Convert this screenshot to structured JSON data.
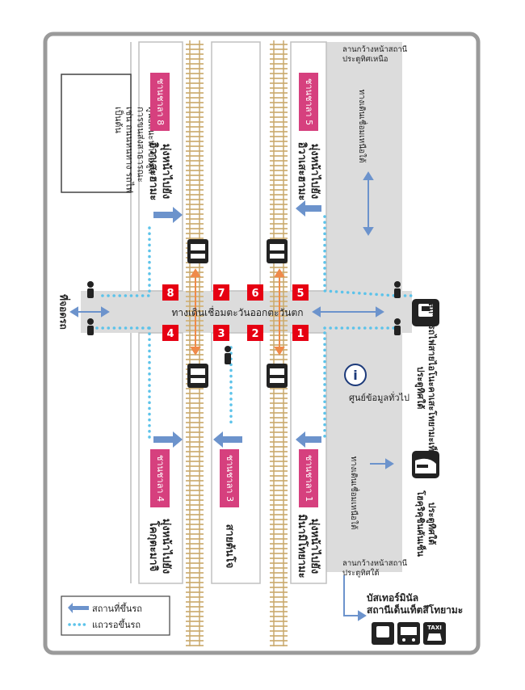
{
  "platforms": {
    "p8": {
      "tag": "ชานชาลา 8",
      "dest": "มุ่งหน้าไปยัง\nอิวาเสะฮามะ"
    },
    "p5": {
      "tag": "ชานชาลา 5",
      "dest": "มุ่งหน้าไปยัง\nอิวาเสะฮามะ"
    },
    "p4": {
      "tag": "ชานชาลา 4",
      "dest": "มุ่งหน้าไปยัง\nโคกุตะมาจิ"
    },
    "p3": {
      "tag": "ชานชาลา 3",
      "dest": "สายต้นโจ"
    },
    "p1": {
      "tag": "ชานชาลา 1",
      "dest": "มุ่งหน้าไปยัง\nมินามิโทยามะ"
    }
  },
  "info_box": "ศูนย์แนะนำข้อมูล\nการขนส่งสาธารณะ\nเช่น ถนนหนทาง รถไฟ\nเป็นต้น",
  "corridor_label": "ทางเดินเชื่อมตะวันออกตะวันตก",
  "parking_label": "ที่จอดรถ",
  "north_plaza": "ลานกว้างหน้าสถานี\nประตูทิศเหนือ",
  "south_plaza": "ลานกว้างหน้าสถานี\nประตูทิศใต้",
  "north_passage": "ทางเดินเชื่อมเหนือใต้",
  "south_passage": "ทางเดินเชื่อมเหนือใต้",
  "info_center": "ศูนย์ข้อมูลทั่วไป",
  "info_icon_letter": "i",
  "tram_station": "สถานีรถไฟสายไอโนะคาเสะโทยามะเท็ตสึโด\nประตูทิศใต้",
  "shinkansen": "ประตูทิศใต้\nโฮคุริคุชินคันเซ็น",
  "bus_terminal": "บัสเทอร์มินัล\nสถานีเด็นเท็ตสึโทยามะ",
  "taxi_label": "TAXI",
  "stop_numbers": [
    "8",
    "7",
    "6",
    "5",
    "4",
    "3",
    "2",
    "1"
  ],
  "legend": {
    "arrow": "สถานที่ขึ้นรถ",
    "dots": "แถวรอขึ้นรถ"
  },
  "colors": {
    "pink": "#d6407e",
    "red": "#e60012",
    "blue": "#6c93cc",
    "dots": "#5cc3ea",
    "orange": "#ef8a4a",
    "track": "#c8a96e",
    "plaza": "#dcdcdc"
  }
}
